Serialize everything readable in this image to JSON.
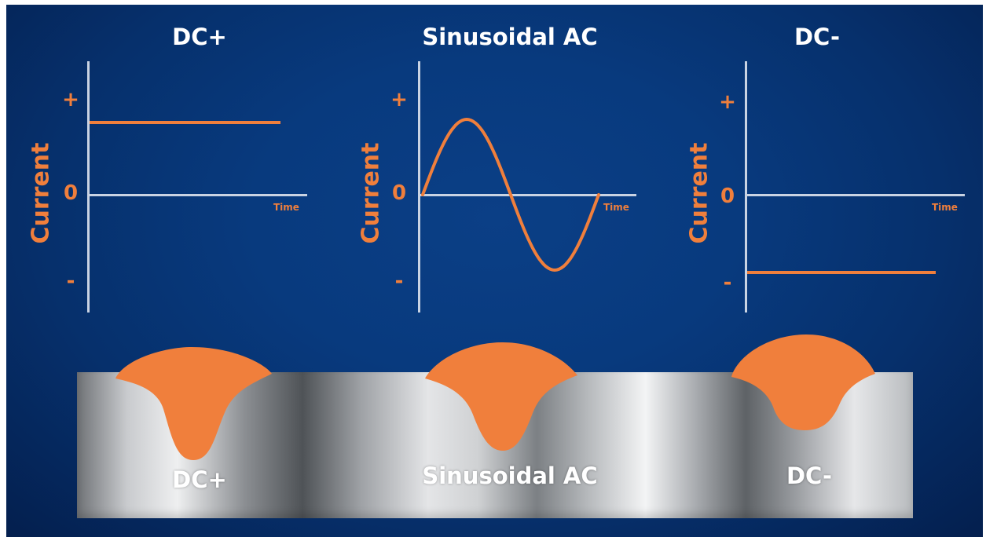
{
  "diagrams": [
    {
      "title": "DC+",
      "ylabel": "Current",
      "tick_plus": "+",
      "tick_zero": "0",
      "tick_minus": "-",
      "xlabel": "Time",
      "weld_label": "DC+"
    },
    {
      "title": "Sinusoidal AC",
      "ylabel": "Current",
      "tick_plus": "+",
      "tick_zero": "0",
      "tick_minus": "-",
      "xlabel": "Time",
      "weld_label": "Sinusoidal AC"
    },
    {
      "title": "DC-",
      "ylabel": "Current",
      "tick_plus": "+",
      "tick_zero": "0",
      "tick_minus": "-",
      "xlabel": "Time",
      "weld_label": "DC-"
    }
  ],
  "colors": {
    "background": "#083a7e",
    "accent_orange": "#f07f3c",
    "axis": "#c9d3e3",
    "plate_metal": "#b8bbbe"
  }
}
